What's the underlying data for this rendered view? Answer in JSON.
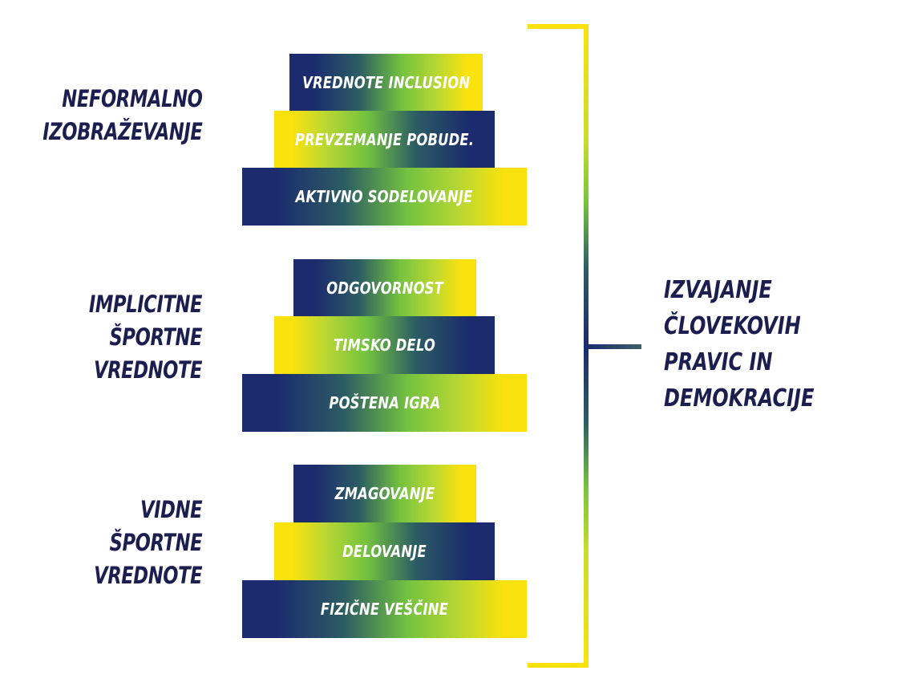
{
  "groups": [
    {
      "label_lines": [
        "NEFORMALNO",
        "IZOBRAŽEVANJE"
      ],
      "bars": [
        "VREDNOTE INCLUSION",
        "PREVZEMANJE POBUDE.",
        "AKTIVNO SODELOVANJE"
      ]
    },
    {
      "label_lines": [
        "IMPLICITNE",
        "ŠPORTNE",
        "VREDNOTE"
      ],
      "bars": [
        "ODGOVORNOST",
        "TIMSKO DELO",
        "POŠTENA IGRA"
      ]
    },
    {
      "label_lines": [
        "VIDNE",
        "ŠPORTNE",
        "VREDNOTE"
      ],
      "bars": [
        "ZMAGOVANJE",
        "DELOVANJE",
        "FIZIČNE VEŠČINE"
      ]
    }
  ],
  "result_lines": [
    "IZVAJANJE",
    "ČLOVEKOVIH",
    "PRAVIC IN",
    "DEMOKRACIJE"
  ],
  "colors": {
    "navy": "#1b2b6e",
    "green": "#73c23f",
    "yellow": "#fbe20d",
    "text_dark": "#1b1e4e"
  }
}
